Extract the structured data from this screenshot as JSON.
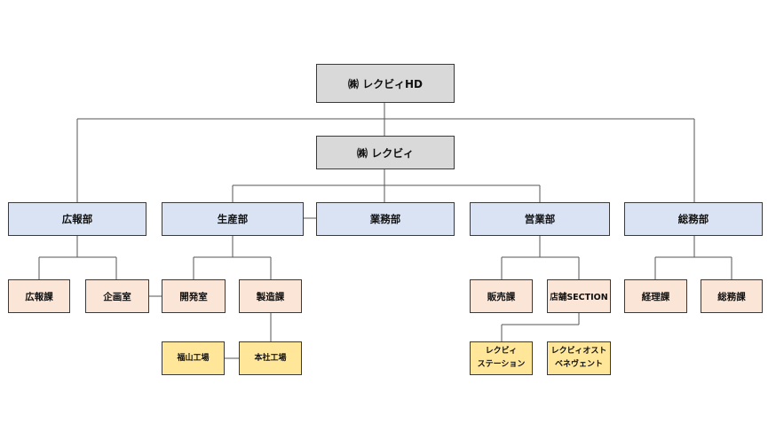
{
  "org": {
    "hd": "㈱ レクビィHD",
    "company": "㈱ レクビィ",
    "departments": {
      "pr": "広報部",
      "production": "生産部",
      "operations": "業務部",
      "sales": "営業部",
      "general_affairs": "総務部"
    },
    "sections": {
      "pr_section": "広報課",
      "planning_office": "企画室",
      "development_office": "開発室",
      "manufacturing_section": "製造課",
      "sales_section": "販売課",
      "store_section": "店舗SECTION",
      "accounting_section": "経理課",
      "general_affairs_section": "総務課"
    },
    "sites": {
      "fukuyama_factory": "福山工場",
      "main_factory": "本社工場",
      "station": "レクビィ\nステーション",
      "benevento": "レクビィオスト\nベネヴェント"
    }
  },
  "colors": {
    "top": "#d9d9d9",
    "department": "#dae3f3",
    "section": "#fbe5d6",
    "site": "#ffe699",
    "border": "#3a3a3a",
    "line": "#555555"
  }
}
